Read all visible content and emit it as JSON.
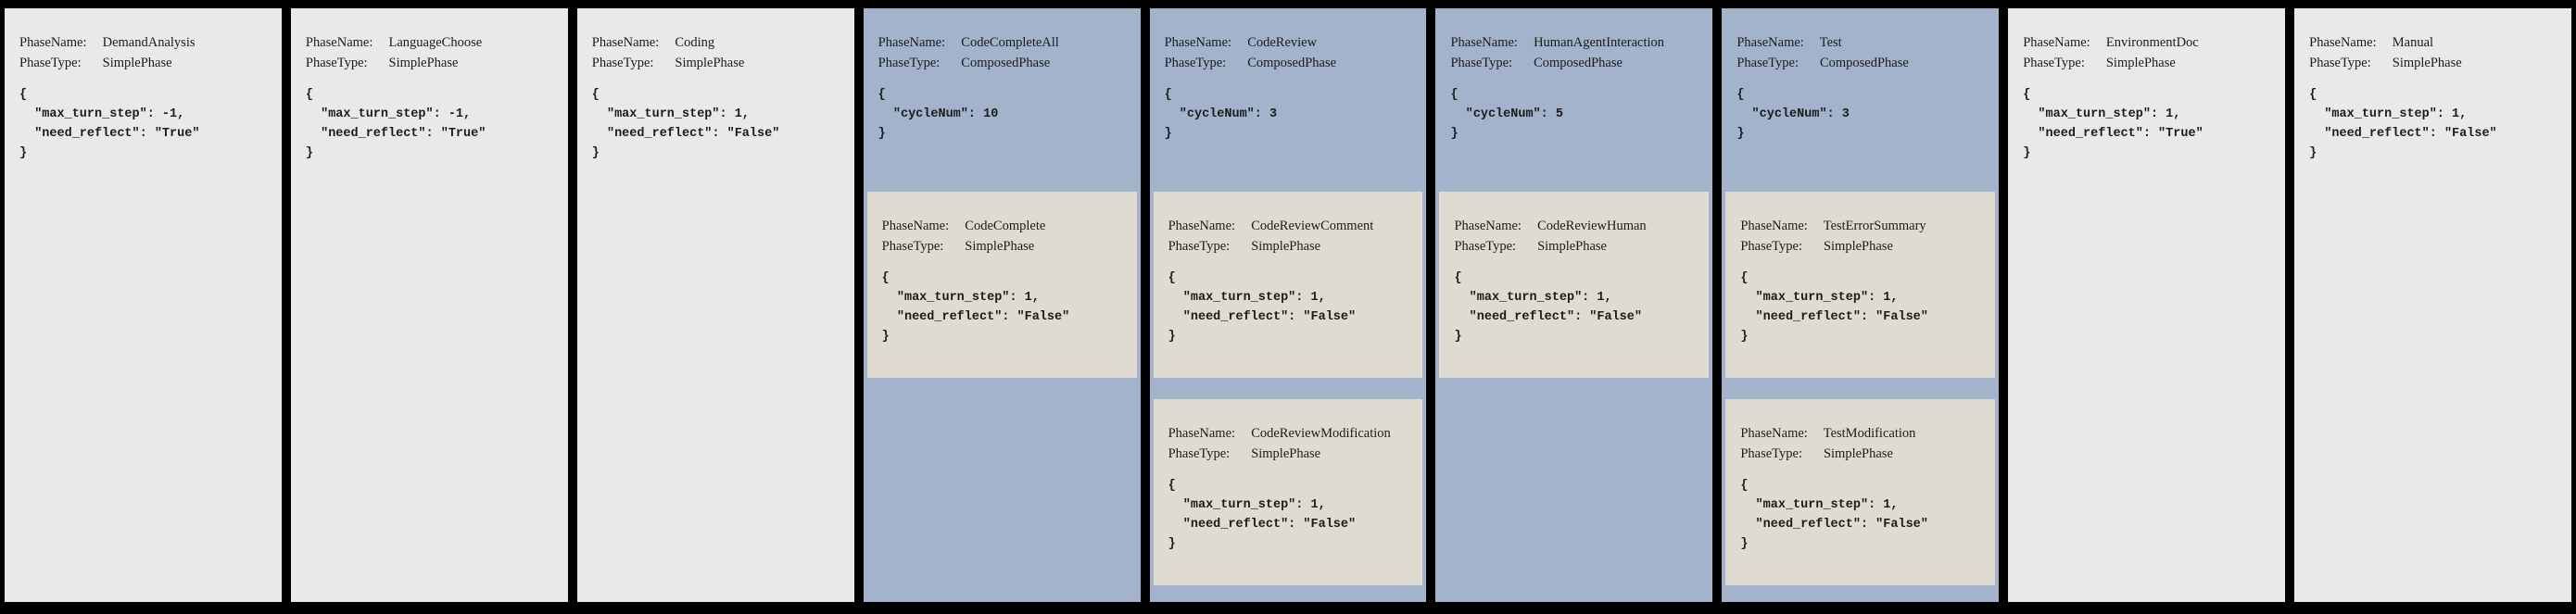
{
  "figure": {
    "description": "Phase chain configuration diagram with nine phase cards",
    "colors": {
      "background": "#000000",
      "simple_phase_bg": "#e8eaea",
      "composed_phase_bg": "#a3b3cb",
      "nested_phase_bg": "#e0dbd0",
      "text": "#1b1b1b"
    }
  },
  "labels": {
    "phase_name": "PhaseName:",
    "phase_type": "PhaseType:"
  },
  "columns": [
    {
      "name": "DemandAnalysis",
      "type": "SimplePhase",
      "config": "{\n  \"max_turn_step\": -1,\n  \"need_reflect\": \"True\"\n}"
    },
    {
      "name": "LanguageChoose",
      "type": "SimplePhase",
      "config": "{\n  \"max_turn_step\": -1,\n  \"need_reflect\": \"True\"\n}"
    },
    {
      "name": "Coding",
      "type": "SimplePhase",
      "config": "{\n  \"max_turn_step\": 1,\n  \"need_reflect\": \"False\"\n}"
    },
    {
      "name": "CodeCompleteAll",
      "type": "ComposedPhase",
      "config": "{\n  \"cycleNum\": 10\n}",
      "children": [
        {
          "name": "CodeComplete",
          "type": "SimplePhase",
          "config": "{\n  \"max_turn_step\": 1,\n  \"need_reflect\": \"False\"\n}"
        }
      ]
    },
    {
      "name": "CodeReview",
      "type": "ComposedPhase",
      "config": "{\n  \"cycleNum\": 3\n}",
      "children": [
        {
          "name": "CodeReviewComment",
          "type": "SimplePhase",
          "config": "{\n  \"max_turn_step\": 1,\n  \"need_reflect\": \"False\"\n}"
        },
        {
          "name": "CodeReviewModification",
          "type": "SimplePhase",
          "config": "{\n  \"max_turn_step\": 1,\n  \"need_reflect\": \"False\"\n}"
        }
      ]
    },
    {
      "name": "HumanAgentInteraction",
      "type": "ComposedPhase",
      "config": "{\n  \"cycleNum\": 5\n}",
      "children": [
        {
          "name": "CodeReviewHuman",
          "type": "SimplePhase",
          "config": "{\n  \"max_turn_step\": 1,\n  \"need_reflect\": \"False\"\n}"
        }
      ]
    },
    {
      "name": "Test",
      "type": "ComposedPhase",
      "config": "{\n  \"cycleNum\": 3\n}",
      "children": [
        {
          "name": "TestErrorSummary",
          "type": "SimplePhase",
          "config": "{\n  \"max_turn_step\": 1,\n  \"need_reflect\": \"False\"\n}"
        },
        {
          "name": "TestModification",
          "type": "SimplePhase",
          "config": "{\n  \"max_turn_step\": 1,\n  \"need_reflect\": \"False\"\n}"
        }
      ]
    },
    {
      "name": "EnvironmentDoc",
      "type": "SimplePhase",
      "config": "{\n  \"max_turn_step\": 1,\n  \"need_reflect\": \"True\"\n}"
    },
    {
      "name": "Manual",
      "type": "SimplePhase",
      "config": "{\n  \"max_turn_step\": 1,\n  \"need_reflect\": \"False\"\n}"
    }
  ]
}
